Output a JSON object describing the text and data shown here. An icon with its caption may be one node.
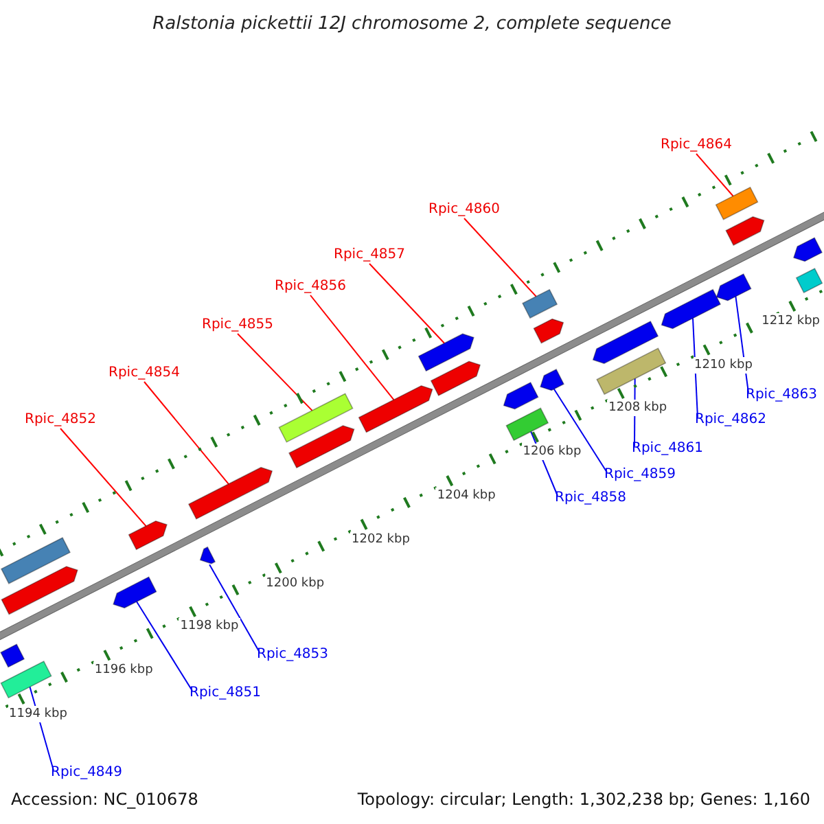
{
  "diagram": {
    "title": "Ralstonia pickettii 12J chromosome 2, complete sequence",
    "nodes": [
      {
        "text": [
          "Rpic_4864"
        ]
      },
      {
        "text": [
          "Rpic_4860"
        ]
      },
      {
        "text": [
          "Rpic_4857"
        ]
      },
      {
        "text": [
          "Rpic_4856"
        ]
      },
      {
        "text": [
          "Rpic_4855"
        ]
      },
      {
        "text": [
          "Rpic_4854"
        ]
      },
      {
        "text": [
          "Rpic_4863"
        ]
      },
      {
        "text": [
          "Rpic_4862"
        ]
      },
      {
        "text": [
          "Rpic_4852"
        ]
      },
      {
        "text": [
          "Rpic_4861"
        ]
      },
      {
        "text": [
          "Rpic_4859"
        ]
      },
      {
        "text": [
          "Rpic_4858"
        ]
      },
      {
        "text": [
          "Rpic_4853"
        ]
      },
      {
        "text": [
          "Rpic_4851"
        ]
      },
      {
        "text": [
          "Rpic_4849"
        ]
      },
      {
        "text": [],
        "shape": "box"
      },
      {
        "text": [],
        "shape": "box"
      },
      {
        "text": [],
        "shape": "arrow"
      },
      {
        "text": [],
        "shape": "arrow"
      },
      {
        "text": [],
        "shape": "arrow"
      },
      {
        "text": [],
        "shape": "arrow"
      },
      {
        "text": [],
        "shape": "arrow"
      },
      {
        "text": [],
        "shape": "arrow"
      },
      {
        "text": [],
        "shape": "arrow"
      },
      {
        "text": [],
        "shape": "box"
      },
      {
        "text": [],
        "shape": "arrow"
      },
      {
        "text": [],
        "shape": "arrow"
      },
      {
        "text": [],
        "shape": "arrow"
      },
      {
        "text": [],
        "shape": "box"
      },
      {
        "text": [],
        "shape": "arrow"
      },
      {
        "text": [],
        "shape": "arrow"
      },
      {
        "text": [],
        "shape": "arrow"
      },
      {
        "text": [],
        "shape": "box"
      },
      {
        "text": [],
        "shape": "box"
      },
      {
        "text": [],
        "shape": "arrow"
      },
      {
        "text": [],
        "shape": "arrow"
      },
      {
        "text": [],
        "shape": "arrow"
      },
      {
        "text": [],
        "shape": "arrow"
      },
      {
        "text": [],
        "shape": "box"
      },
      {
        "text": [],
        "shape": "box"
      },
      {
        "text": [],
        "shape": "arrow"
      }
    ],
    "edges": [
      {
        "from": 0,
        "to": 38,
        "arrow": "none",
        "color": "#ff0000"
      },
      {
        "from": 1,
        "to": 32,
        "arrow": "none",
        "color": "#ff0000"
      },
      {
        "from": 2,
        "to": 26,
        "arrow": "none",
        "color": "#ff0000"
      },
      {
        "from": 3,
        "to": 25,
        "arrow": "none",
        "color": "#ff0000"
      },
      {
        "from": 4,
        "to": 24,
        "arrow": "none",
        "color": "#ff0000"
      },
      {
        "from": 5,
        "to": 22,
        "arrow": "none",
        "color": "#ff0000"
      },
      {
        "from": 6,
        "to": 36,
        "arrow": "none"
      },
      {
        "from": 7,
        "to": 35,
        "arrow": "none"
      },
      {
        "from": 8,
        "to": 20,
        "arrow": "none",
        "color": "#ff0000"
      },
      {
        "from": 9,
        "to": 33,
        "arrow": "none"
      },
      {
        "from": 10,
        "to": 30,
        "arrow": "none"
      },
      {
        "from": 11,
        "to": 28,
        "arrow": "none"
      },
      {
        "from": 12,
        "to": 21,
        "arrow": "none"
      },
      {
        "from": 13,
        "to": 19,
        "arrow": "none"
      },
      {
        "from": 14,
        "to": 16,
        "arrow": "none"
      }
    ],
    "labels": [
      "1212 kbp",
      "1210 kbp",
      "1208 kbp",
      "1206 kbp",
      "1204 kbp",
      "1202 kbp",
      "1200 kbp",
      "1198 kbp",
      "1196 kbp",
      "1194 kbp",
      "Accession: NC_010678",
      "Topology: circular; Length: 1,302,238 bp; Genes: 1,160"
    ]
  }
}
